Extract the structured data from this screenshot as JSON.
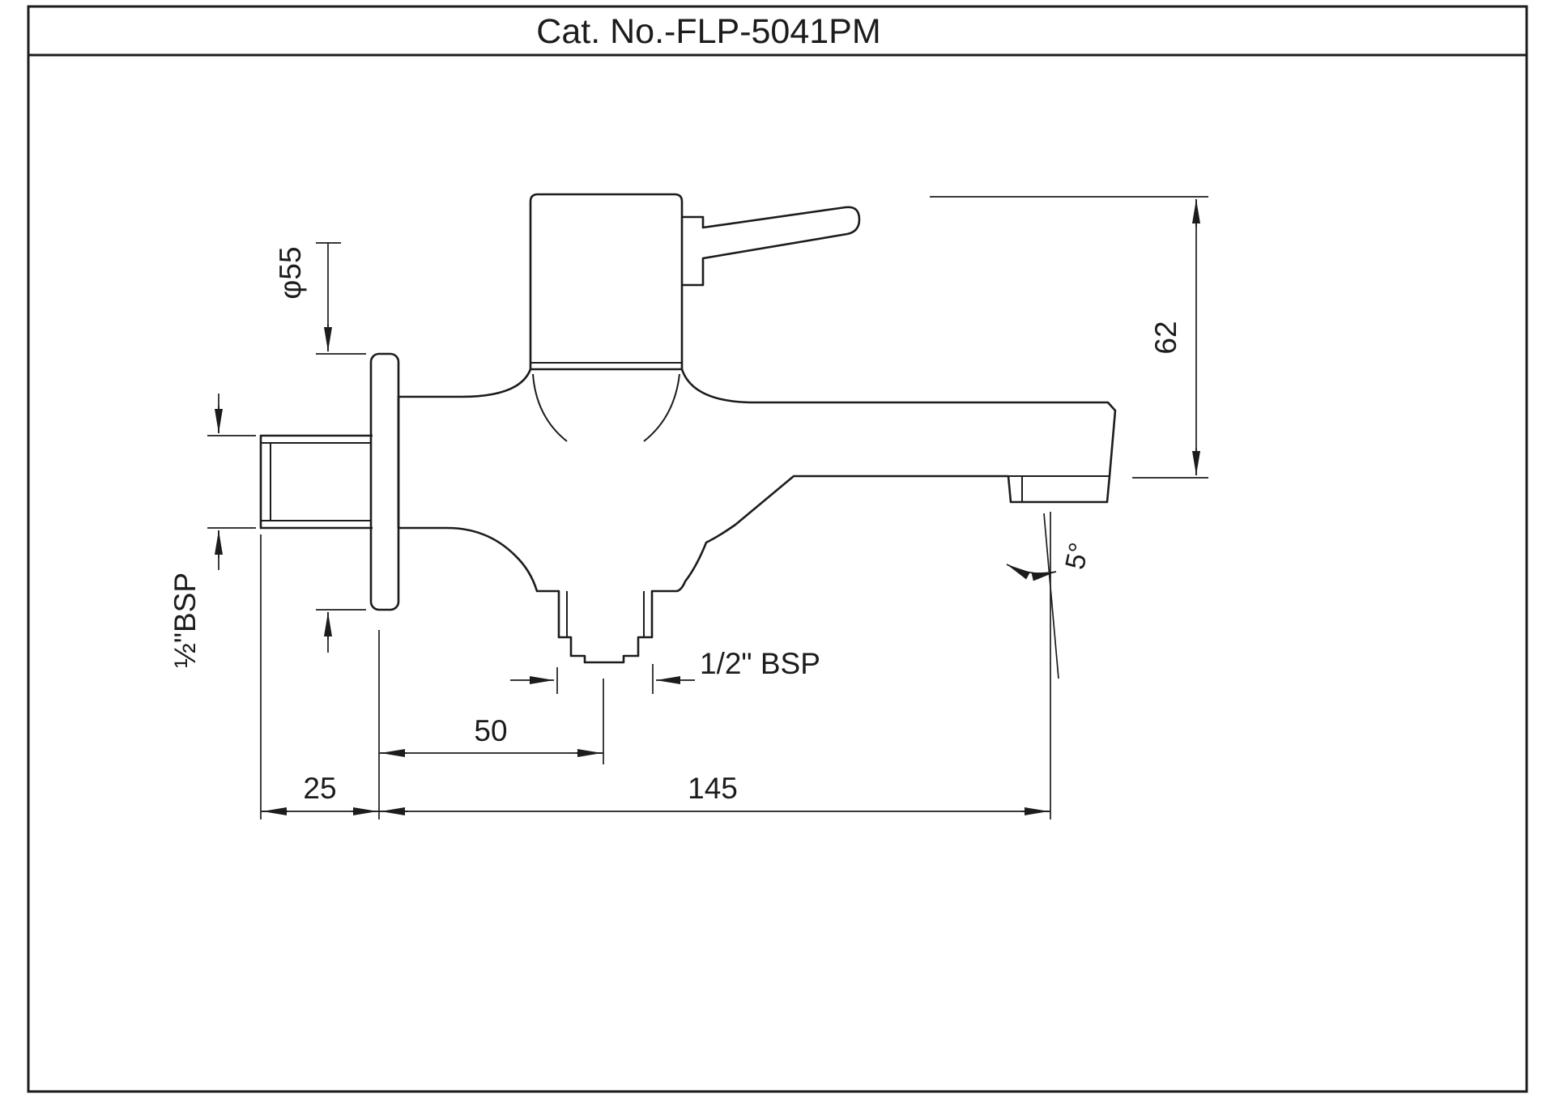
{
  "frame": {
    "title": "Cat. No.-FLP-5041PM"
  },
  "labels": {
    "flange_dia": "φ55",
    "height": "62",
    "inlet_thread": "½\"BSP",
    "outlet_thread": "1/2\" BSP",
    "spout_angle": "5°",
    "outlet_offset": "50",
    "wall_depth": "25",
    "total_length": "145"
  },
  "colors": {
    "line": "#1c1c1c",
    "bg": "#ffffff"
  }
}
